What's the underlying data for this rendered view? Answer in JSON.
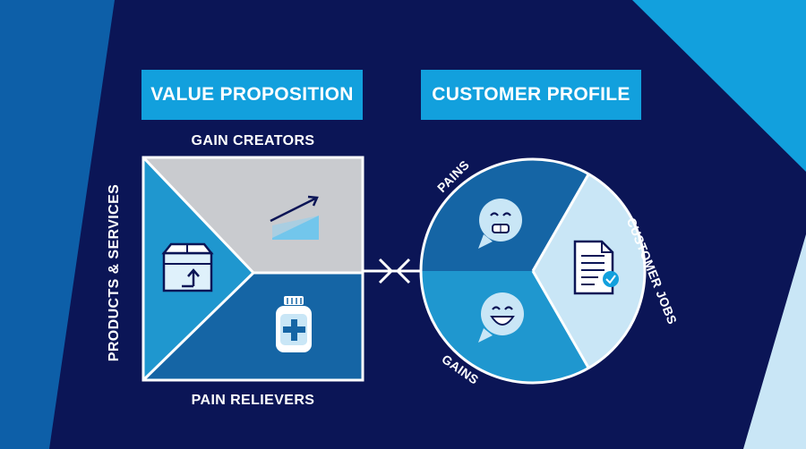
{
  "value_proposition": {
    "title": "VALUE PROPOSITION",
    "gain_creators": "GAIN CREATORS",
    "pain_relievers": "PAIN RELIEVERS",
    "products_services": "PRODUCTS & SERVICES"
  },
  "customer_profile": {
    "title": "CUSTOMER PROFILE",
    "pains": "PAINS",
    "gains": "GAINS",
    "customer_jobs": "CUSTOMER JOBS"
  },
  "colors": {
    "background": "#0b1556",
    "accent_light_blue": "#12a0dd",
    "gray_panel": "#c9cbcf",
    "mid_blue": "#1f97cf",
    "dark_blue": "#1565a5",
    "pale_blue": "#c9e6f6"
  },
  "icons": [
    "box-upload-icon",
    "growth-chart-icon",
    "medicine-bottle-icon",
    "sad-face-icon",
    "happy-face-icon",
    "document-check-icon",
    "arrows-icon"
  ]
}
